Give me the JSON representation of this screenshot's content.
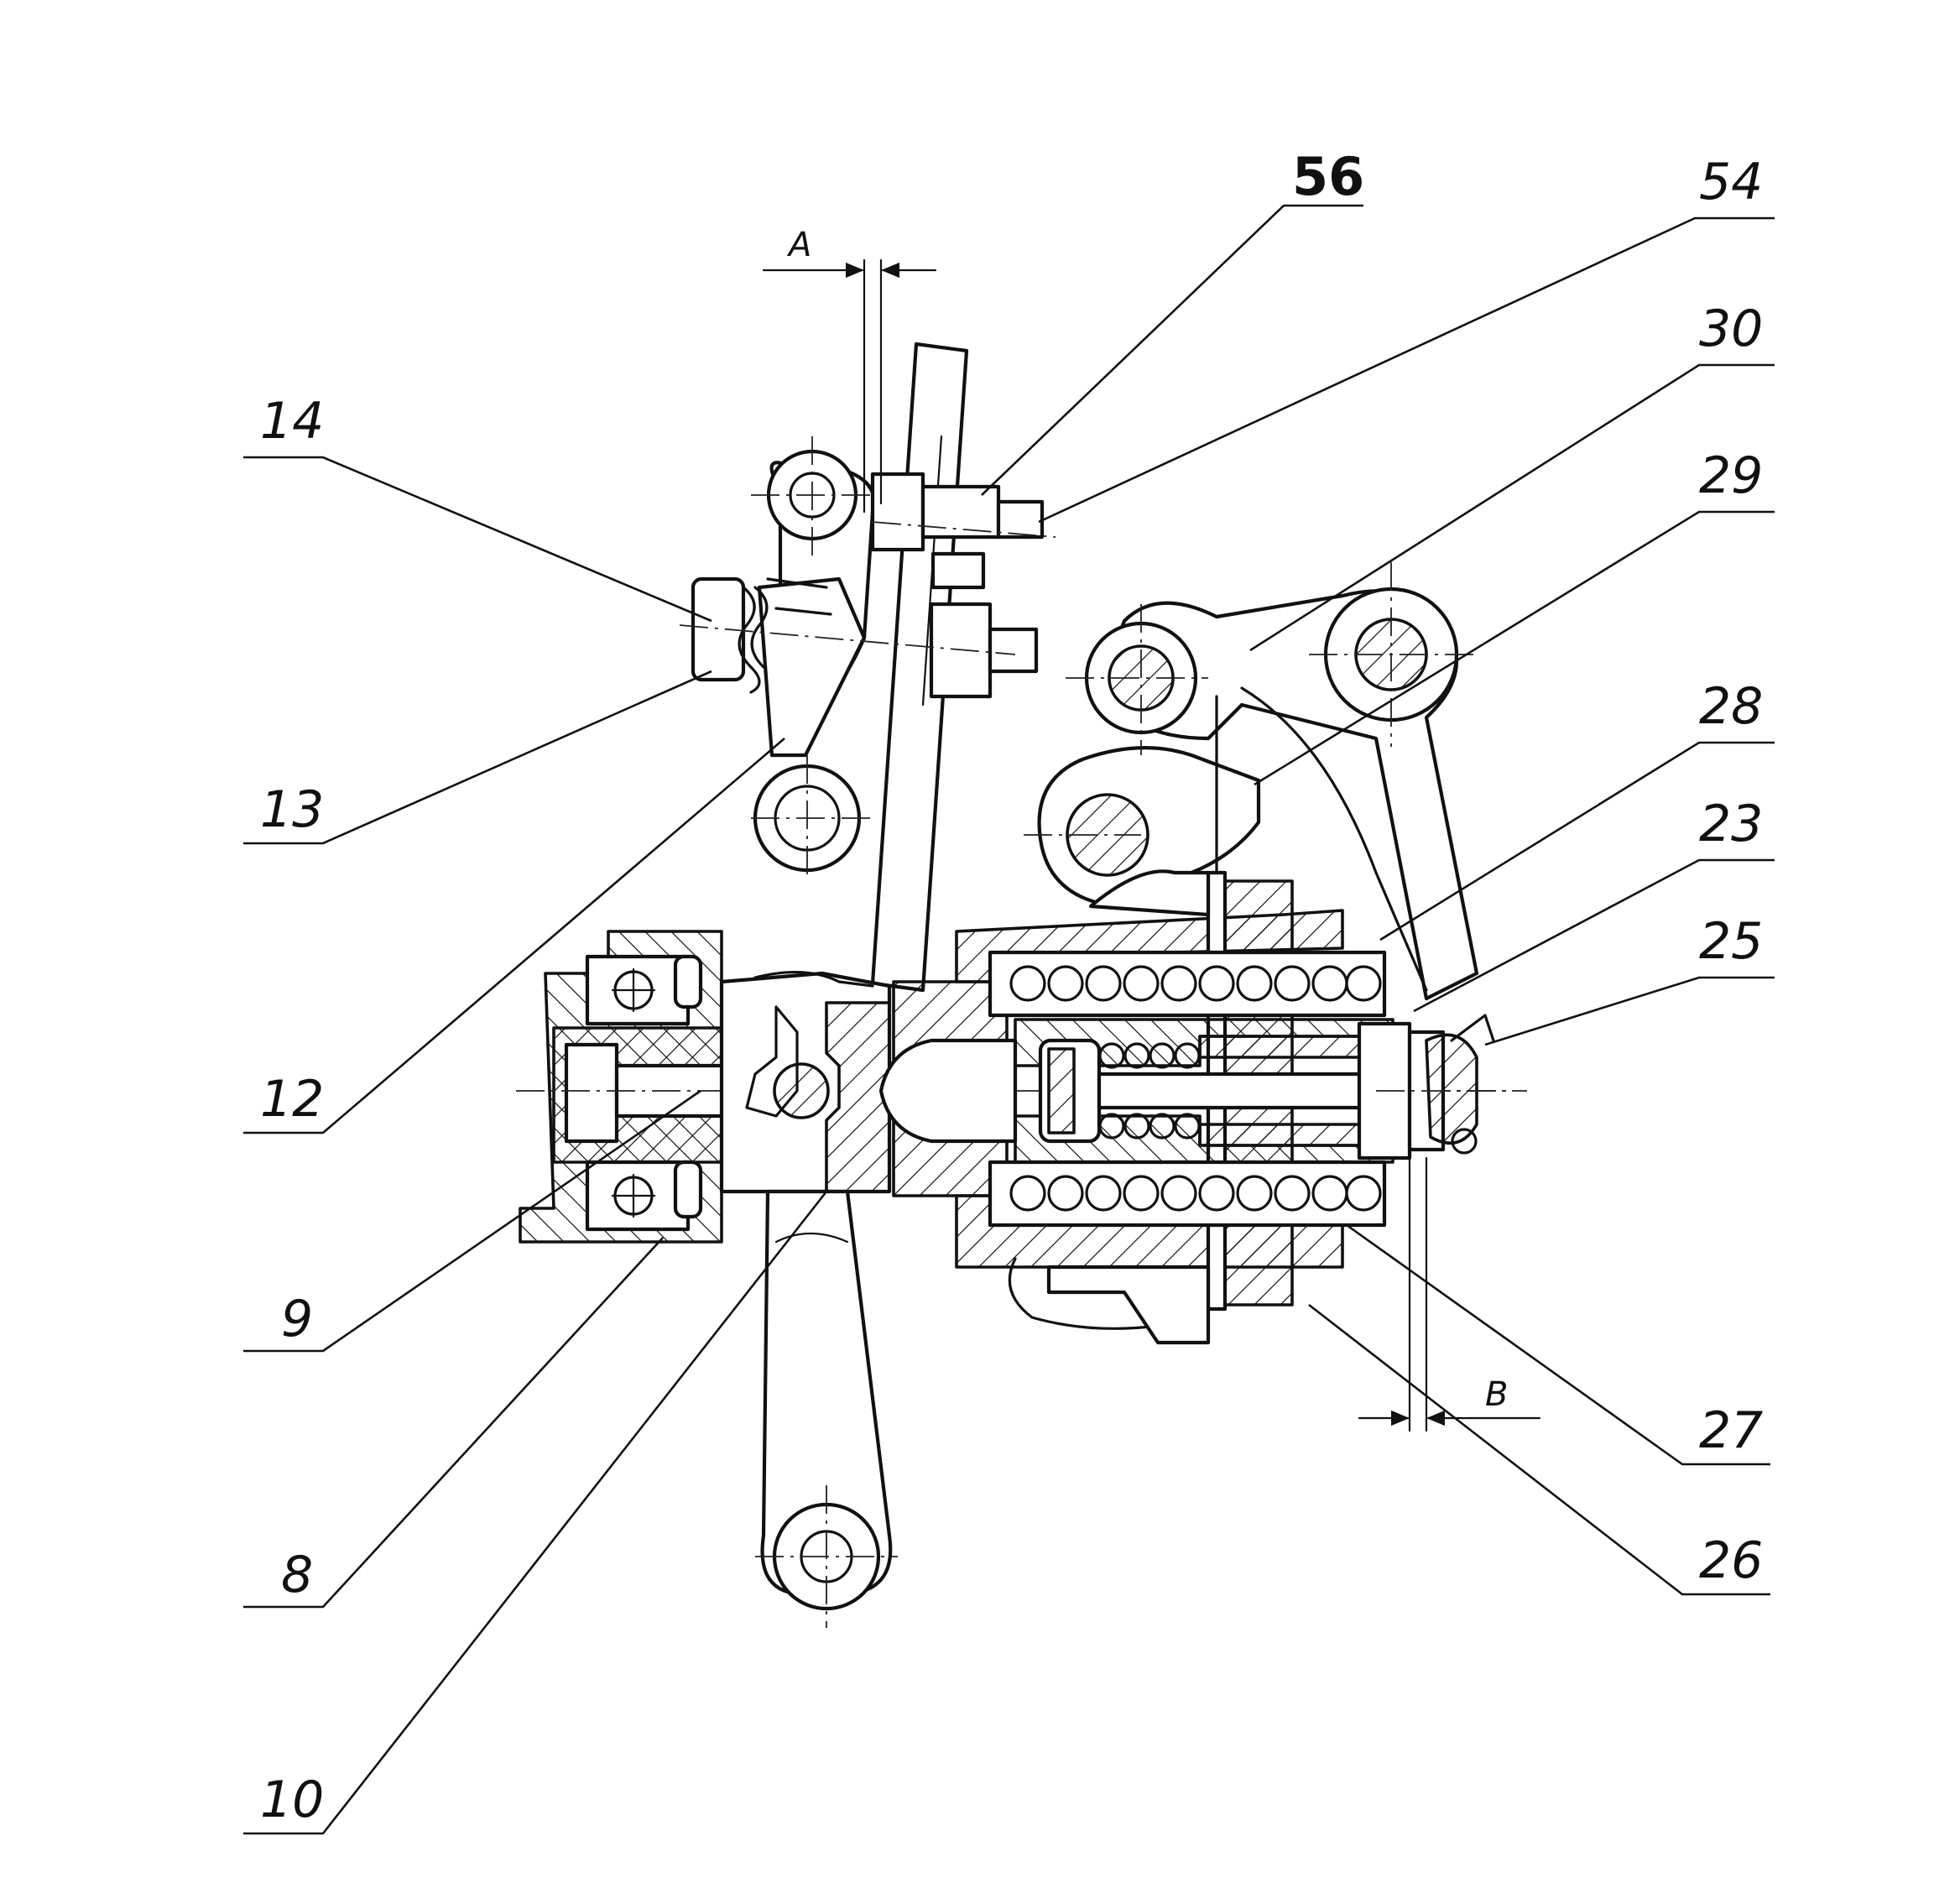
{
  "callouts": {
    "c56": "56",
    "c54": "54",
    "c30": "30",
    "c29": "29",
    "c28": "28",
    "c23": "23",
    "c25": "25",
    "c27": "27",
    "c26": "26",
    "c14": "14",
    "c13": "13",
    "c12": "12",
    "c9": "9",
    "c8": "8",
    "c10": "10"
  },
  "dimensions": {
    "a": "A",
    "b": "B"
  },
  "colors": {
    "ink": "#111111",
    "paper": "#ffffff"
  }
}
